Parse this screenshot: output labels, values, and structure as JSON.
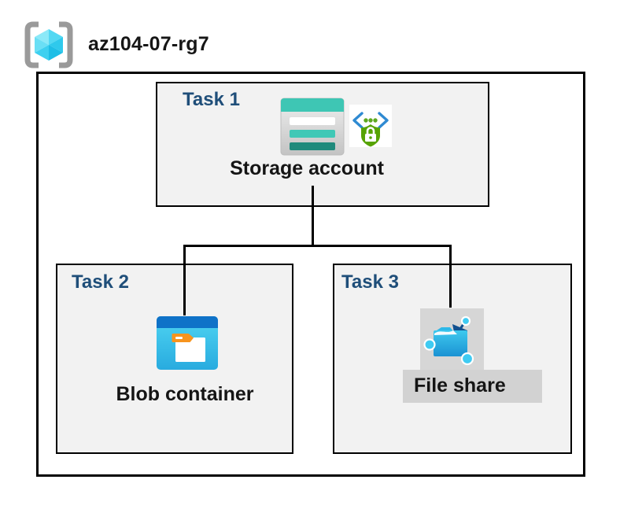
{
  "header": {
    "resource_group_name": "az104-07-rg7"
  },
  "tasks": [
    {
      "label": "Task 1",
      "resource": "Storage account",
      "icons": [
        "storage-account-icon",
        "secure-code-shield-icon"
      ]
    },
    {
      "label": "Task 2",
      "resource": "Blob container",
      "icons": [
        "blob-container-icon"
      ]
    },
    {
      "label": "Task 3",
      "resource": "File share",
      "icons": [
        "file-share-icon"
      ],
      "highlighted": true
    }
  ],
  "colors": {
    "task_label_navy": "#1F4E79",
    "task_box_fill": "#F2F2F2",
    "box_border": "#000000",
    "highlight_gray": "#D6D6D6",
    "storage_teal": "#3EC6B4",
    "storage_teal_dark": "#1F8A7C",
    "blob_titlebar_blue": "#0F72C8",
    "blob_body_cyan": "#45C9EF",
    "folder_tab_orange": "#F7941E",
    "fileshare_blue": "#1E9BD7",
    "fileshare_navy": "#11508F",
    "node_cyan": "#3FCBF2",
    "shield_green": "#57A304",
    "code_bracket_blue": "#2F8AD2",
    "rg_cube_cyan": "#4FD4F2",
    "rg_bracket_gray": "#9A9A9A"
  }
}
